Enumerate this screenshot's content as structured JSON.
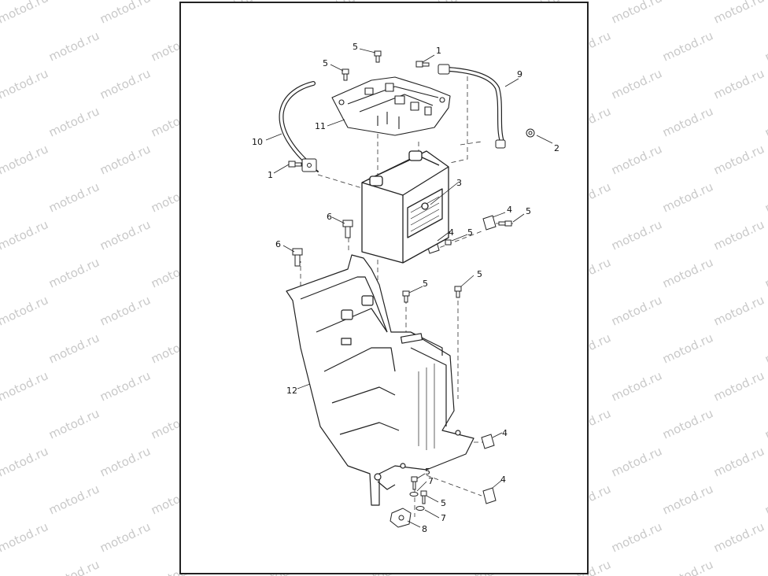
{
  "watermark": {
    "text": "motod.ru",
    "color": "#c9c9c9"
  },
  "diagram": {
    "labels": {
      "c1a": "1",
      "c1b": "1",
      "c2": "2",
      "c3": "3",
      "c4a": "4",
      "c4b": "4",
      "c4c": "4",
      "c4d": "4",
      "c5a": "5",
      "c5b": "5",
      "c5c": "5",
      "c5d": "5",
      "c5e": "5",
      "c5f": "5",
      "c5g": "5",
      "c5h": "5",
      "c6a": "6",
      "c6b": "6",
      "c7a": "7",
      "c7b": "7",
      "c8": "8",
      "c9": "9",
      "c10": "10",
      "c11": "11",
      "c12": "12"
    }
  }
}
